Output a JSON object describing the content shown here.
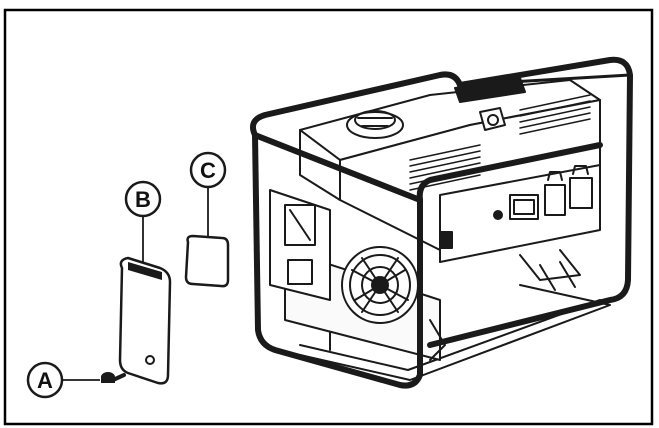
{
  "callouts": {
    "a": {
      "letter": "A",
      "part": "screw"
    },
    "b": {
      "letter": "B",
      "part": "panel-cover"
    },
    "c": {
      "letter": "C",
      "part": "foam-filter"
    }
  },
  "colors": {
    "line": "#1a1a1a",
    "frame": "#000000",
    "background": "#ffffff"
  }
}
